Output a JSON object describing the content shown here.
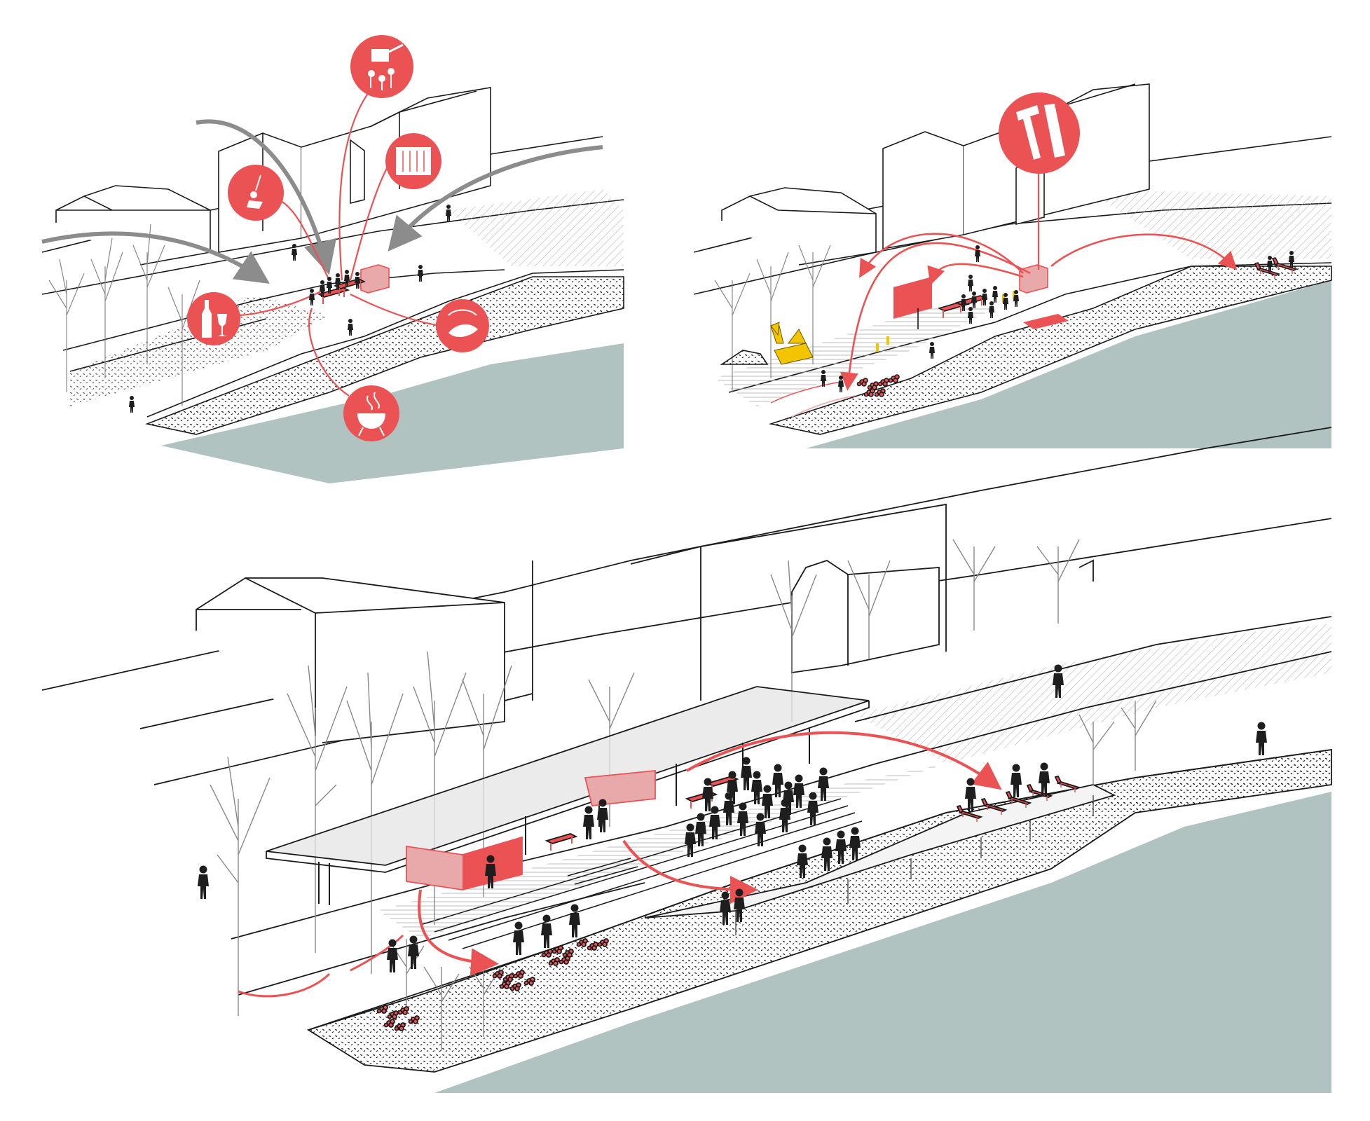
{
  "colors": {
    "accent": "#ea5254",
    "accent_light": "#f3a3a4",
    "pavilion": "#e7a9aa",
    "water": "#b1c3c1",
    "line": "#1a1a1a",
    "arrow_grey": "#8c8c8c",
    "excavator": "#f2c500",
    "person": "#1e1e1e"
  },
  "panels": [
    {
      "name": "temporary-activities",
      "icons": [
        "swing-icon",
        "watering-can-flowers-icon",
        "accordion-icon",
        "wine-bottle-glass-icon",
        "fishing-icon",
        "barbecue-icon"
      ]
    },
    {
      "name": "construction-phase",
      "icons": [
        "hammer-saw-icon",
        "excavator-icon"
      ]
    },
    {
      "name": "final-riverfront",
      "icons": [
        "pavilion-roof",
        "sun-lounger-icon",
        "picnic-table-icon",
        "flower-bed-icon"
      ]
    }
  ]
}
